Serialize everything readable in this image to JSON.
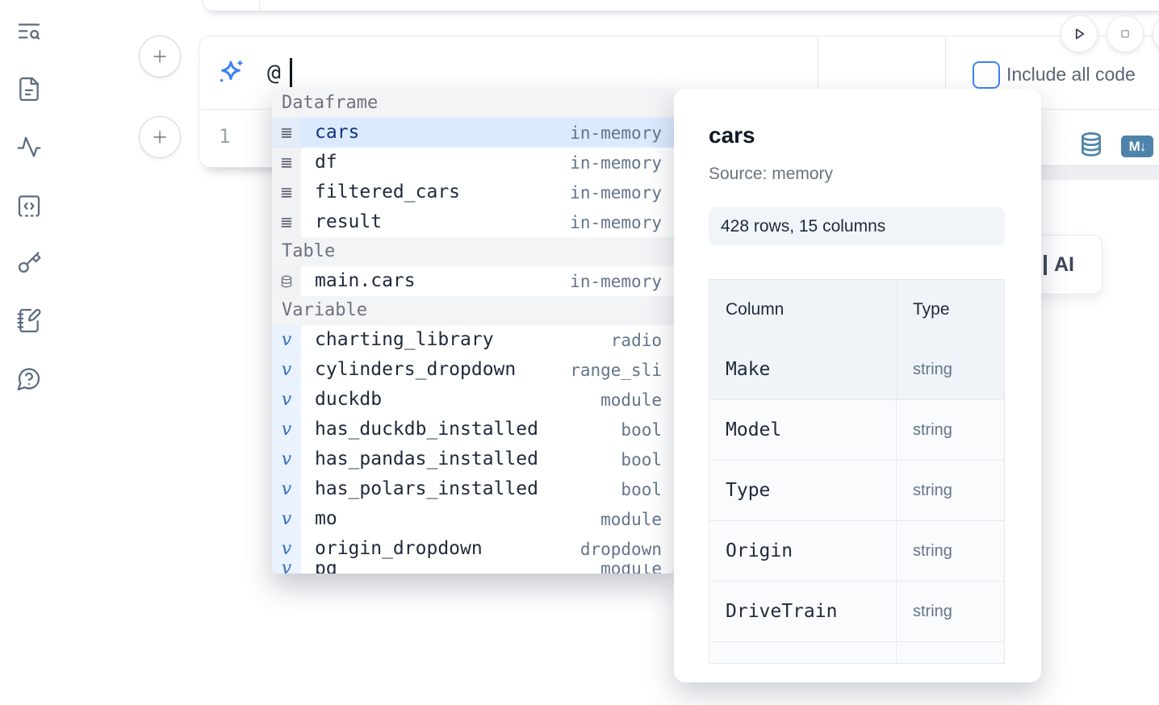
{
  "app": {
    "kind": "notebook"
  },
  "colors": {
    "accent_blue": "#3b82f6",
    "steel_icon": "#4e84ab",
    "selected_row_bg": "#dbeafe",
    "sidebar_icon": "#5b6b81"
  },
  "sidebar": {
    "items": [
      {
        "icon": "list-search"
      },
      {
        "icon": "file-text"
      },
      {
        "icon": "activity"
      },
      {
        "icon": "code-snippets"
      },
      {
        "icon": "key"
      },
      {
        "icon": "notebook-pen"
      },
      {
        "icon": "help-chat"
      }
    ]
  },
  "add_cell": {
    "label": "+"
  },
  "run_controls": {
    "play_icon": "play",
    "stop_icon": "stop"
  },
  "ai_cell": {
    "prompt_value": "@",
    "include_all_code_label": "Include all code",
    "include_all_code_checked": false
  },
  "code_cell": {
    "line_number": "1",
    "toolbar_icons": [
      "database",
      "markdown"
    ]
  },
  "autocomplete": {
    "sections": [
      {
        "label": "Dataframe",
        "icon": "dataframe",
        "items": [
          {
            "name": "cars",
            "meta": "in-memory",
            "selected": true
          },
          {
            "name": "df",
            "meta": "in-memory"
          },
          {
            "name": "filtered_cars",
            "meta": "in-memory"
          },
          {
            "name": "result",
            "meta": "in-memory"
          }
        ]
      },
      {
        "label": "Table",
        "icon": "table",
        "items": [
          {
            "name": "main.cars",
            "meta": "in-memory"
          }
        ]
      },
      {
        "label": "Variable",
        "icon": "variable",
        "items": [
          {
            "name": "charting_library",
            "meta": "radio"
          },
          {
            "name": "cylinders_dropdown",
            "meta": "range_sli"
          },
          {
            "name": "duckdb",
            "meta": "module"
          },
          {
            "name": "has_duckdb_installed",
            "meta": "bool"
          },
          {
            "name": "has_pandas_installed",
            "meta": "bool"
          },
          {
            "name": "has_polars_installed",
            "meta": "bool"
          },
          {
            "name": "mo",
            "meta": "module"
          },
          {
            "name": "origin_dropdown",
            "meta": "dropdown"
          },
          {
            "name": "pd",
            "meta": "module",
            "partial": true
          }
        ]
      }
    ]
  },
  "ai_button": {
    "label": "AI"
  },
  "preview_panel": {
    "title": "cars",
    "source_label": "Source: memory",
    "shape_badge": "428 rows, 15 columns",
    "table": {
      "headers": [
        "Column",
        "Type"
      ],
      "rows": [
        [
          "Make",
          "string"
        ],
        [
          "Model",
          "string"
        ],
        [
          "Type",
          "string"
        ],
        [
          "Origin",
          "string"
        ],
        [
          "DriveTrain",
          "string"
        ]
      ]
    }
  }
}
